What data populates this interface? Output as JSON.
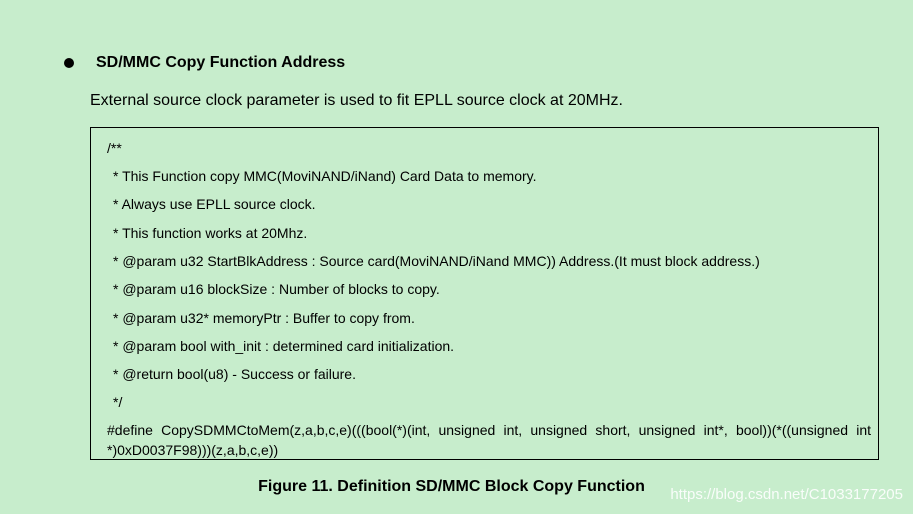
{
  "section": {
    "heading": "SD/MMC Copy Function Address",
    "intro": "External source clock parameter is used to fit EPLL source clock at 20MHz."
  },
  "code": {
    "lines": [
      "/**",
      " * This Function copy MMC(MoviNAND/iNand) Card Data to memory.",
      " * Always use EPLL source clock.",
      " * This function works at 20Mhz.",
      " * @param u32 StartBlkAddress : Source card(MoviNAND/iNand MMC)) Address.(It must block address.)",
      " * @param u16 blockSize : Number of blocks to copy.",
      " * @param u32* memoryPtr : Buffer to copy from.",
      " * @param bool with_init : determined card initialization.",
      " * @return bool(u8) - Success or failure.",
      " */"
    ],
    "define": "#define CopySDMMCtoMem(z,a,b,c,e)(((bool(*)(int, unsigned int, unsigned short, unsigned int*, bool))(*((unsigned int *)0xD0037F98)))(z,a,b,c,e))"
  },
  "caption": "Figure 11. Definition SD/MMC Block Copy Function",
  "watermark": "https://blog.csdn.net/C1033177205"
}
